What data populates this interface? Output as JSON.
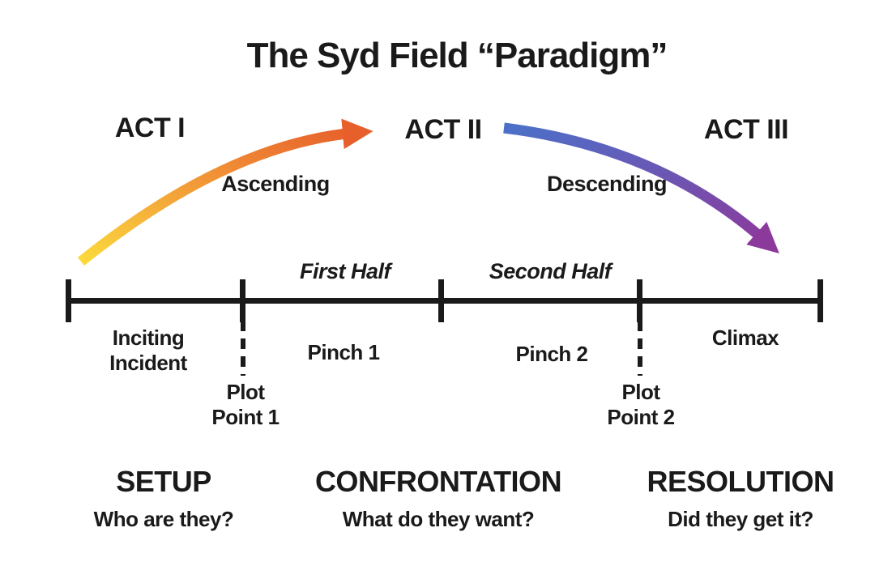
{
  "title": "The Syd Field “Paradigm”",
  "acts": [
    {
      "label": "ACT I"
    },
    {
      "label": "ACT II"
    },
    {
      "label": "ACT III"
    }
  ],
  "arrows": {
    "ascending": {
      "label": "Ascending",
      "start_color": "#FBD93D",
      "mid_color": "#F29B38",
      "end_color": "#E7602B"
    },
    "descending": {
      "label": "Descending",
      "start_color": "#4C70C8",
      "mid_color": "#6B57B4",
      "end_color": "#8B3A9C"
    }
  },
  "timeline": {
    "line_color": "#1a1a1a",
    "halves": [
      {
        "label": "First Half"
      },
      {
        "label": "Second Half"
      }
    ],
    "markers": {
      "inciting_incident": {
        "line1": "Inciting",
        "line2": "Incident"
      },
      "plot_point_1": {
        "line1": "Plot",
        "line2": "Point 1"
      },
      "pinch_1": {
        "label": "Pinch 1"
      },
      "pinch_2": {
        "label": "Pinch 2"
      },
      "plot_point_2": {
        "line1": "Plot",
        "line2": "Point 2"
      },
      "climax": {
        "label": "Climax"
      }
    }
  },
  "sections": [
    {
      "title": "SETUP",
      "question": "Who are they?"
    },
    {
      "title": "CONFRONTATION",
      "question": "What do they want?"
    },
    {
      "title": "RESOLUTION",
      "question": "Did they get it?"
    }
  ]
}
